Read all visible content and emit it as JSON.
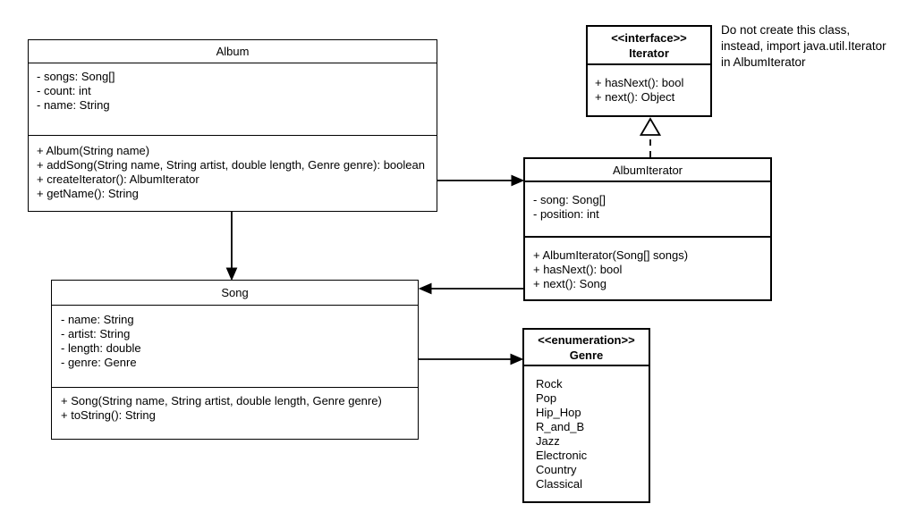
{
  "diagram": {
    "classes": {
      "album": {
        "name": "Album",
        "attributes": [
          "- songs: Song[]",
          "- count: int",
          "- name: String"
        ],
        "methods": [
          "+ Album(String name)",
          "+ addSong(String name, String artist, double length, Genre genre): boolean",
          "+ createIterator(): AlbumIterator",
          "+ getName(): String"
        ]
      },
      "iterator": {
        "stereotype": "<<interface>>",
        "name": "Iterator",
        "methods": [
          "+ hasNext(): bool",
          "+ next(): Object"
        ]
      },
      "album_iterator": {
        "name": "AlbumIterator",
        "attributes": [
          "- song: Song[]",
          "- position: int"
        ],
        "methods": [
          "+ AlbumIterator(Song[] songs)",
          "+ hasNext(): bool",
          "+ next(): Song"
        ]
      },
      "song": {
        "name": "Song",
        "attributes": [
          "- name: String",
          "- artist: String",
          "- length: double",
          "- genre: Genre"
        ],
        "methods": [
          "+ Song(String name, String artist, double length, Genre genre)",
          "+ toString(): String"
        ]
      },
      "genre": {
        "stereotype": "<<enumeration>>",
        "name": "Genre",
        "values": [
          "Rock",
          "Pop",
          "Hip_Hop",
          "R_and_B",
          "Jazz",
          "Electronic",
          "Country",
          "Classical"
        ]
      }
    },
    "note": {
      "lines": [
        "Do not create this class,",
        "instead, import java.util.Iterator",
        "in AlbumIterator"
      ]
    },
    "relationships": [
      {
        "type": "directed-association",
        "from": "Album",
        "to": "AlbumIterator"
      },
      {
        "type": "directed-association",
        "from": "Album",
        "to": "Song"
      },
      {
        "type": "directed-association",
        "from": "AlbumIterator",
        "to": "Song"
      },
      {
        "type": "directed-association",
        "from": "Song",
        "to": "Genre"
      },
      {
        "type": "realization",
        "from": "AlbumIterator",
        "to": "Iterator"
      }
    ],
    "colors": {
      "stroke": "#000000",
      "background": "#ffffff",
      "text": "#000000"
    }
  }
}
